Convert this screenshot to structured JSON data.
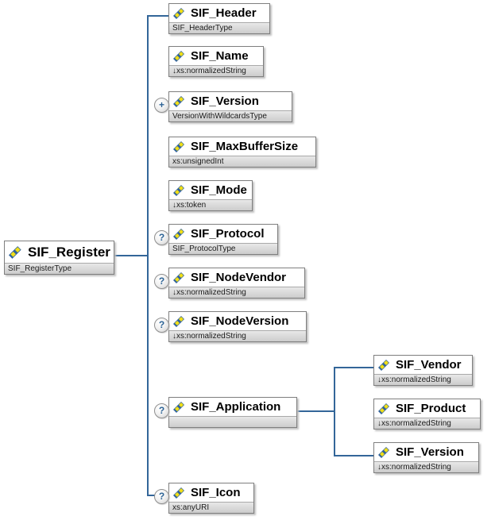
{
  "diagram": {
    "kind": "xml-schema-content-model",
    "colors": {
      "connector": "#336699",
      "icon_blue": "#31639c",
      "icon_yellow": "#f2df16",
      "type_strip": "#d8d8d8",
      "badge_glyph": "#2e6496"
    },
    "root": {
      "label": "SIF_Register",
      "type": "SIF_RegisterType"
    },
    "children": [
      {
        "label": "SIF_Header",
        "type": "SIF_HeaderType",
        "badge": ""
      },
      {
        "label": "SIF_Name",
        "type": "↓xs:normalizedString",
        "badge": ""
      },
      {
        "label": "SIF_Version",
        "type": "VersionWithWildcardsType",
        "badge": "+"
      },
      {
        "label": "SIF_MaxBufferSize",
        "type": "xs:unsignedInt",
        "badge": ""
      },
      {
        "label": "SIF_Mode",
        "type": "↓xs:token",
        "badge": ""
      },
      {
        "label": "SIF_Protocol",
        "type": "SIF_ProtocolType",
        "badge": "?"
      },
      {
        "label": "SIF_NodeVendor",
        "type": "↓xs:normalizedString",
        "badge": "?"
      },
      {
        "label": "SIF_NodeVersion",
        "type": "↓xs:normalizedString",
        "badge": "?"
      },
      {
        "label": "SIF_Application",
        "type": "",
        "badge": "?"
      },
      {
        "label": "SIF_Icon",
        "type": "xs:anyURI",
        "badge": "?"
      }
    ],
    "application_children": [
      {
        "label": "SIF_Vendor",
        "type": "↓xs:normalizedString"
      },
      {
        "label": "SIF_Product",
        "type": "↓xs:normalizedString"
      },
      {
        "label": "SIF_Version",
        "type": "↓xs:normalizedString"
      }
    ]
  }
}
